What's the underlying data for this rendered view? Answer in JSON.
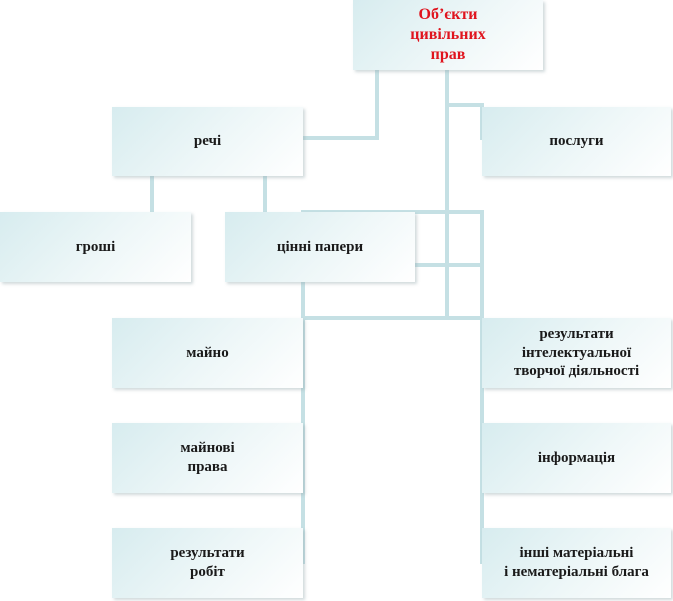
{
  "diagram": {
    "root": "Об’єкти\nцивільних\nправ",
    "nodes": {
      "rechi": "речі",
      "posluhy": "послуги",
      "hroshi": "гроші",
      "tsinni_papery": "цінні папери",
      "maino": "майно",
      "mainovi_prava": "майнові\nправа",
      "rezultaty_robit": "результати\nробіт",
      "rezultaty_intelekt": "результати\nінтелектуальної\nтворчої діяльності",
      "informatsiia": "інформація",
      "inshi_blaha": "інші матеріальні\nі нематеріальні блага"
    },
    "colors": {
      "root_text": "#e0141e",
      "node_text": "#1a1a1a",
      "box_fill": "#d7ecef",
      "connector": "#c5e0e4"
    }
  }
}
